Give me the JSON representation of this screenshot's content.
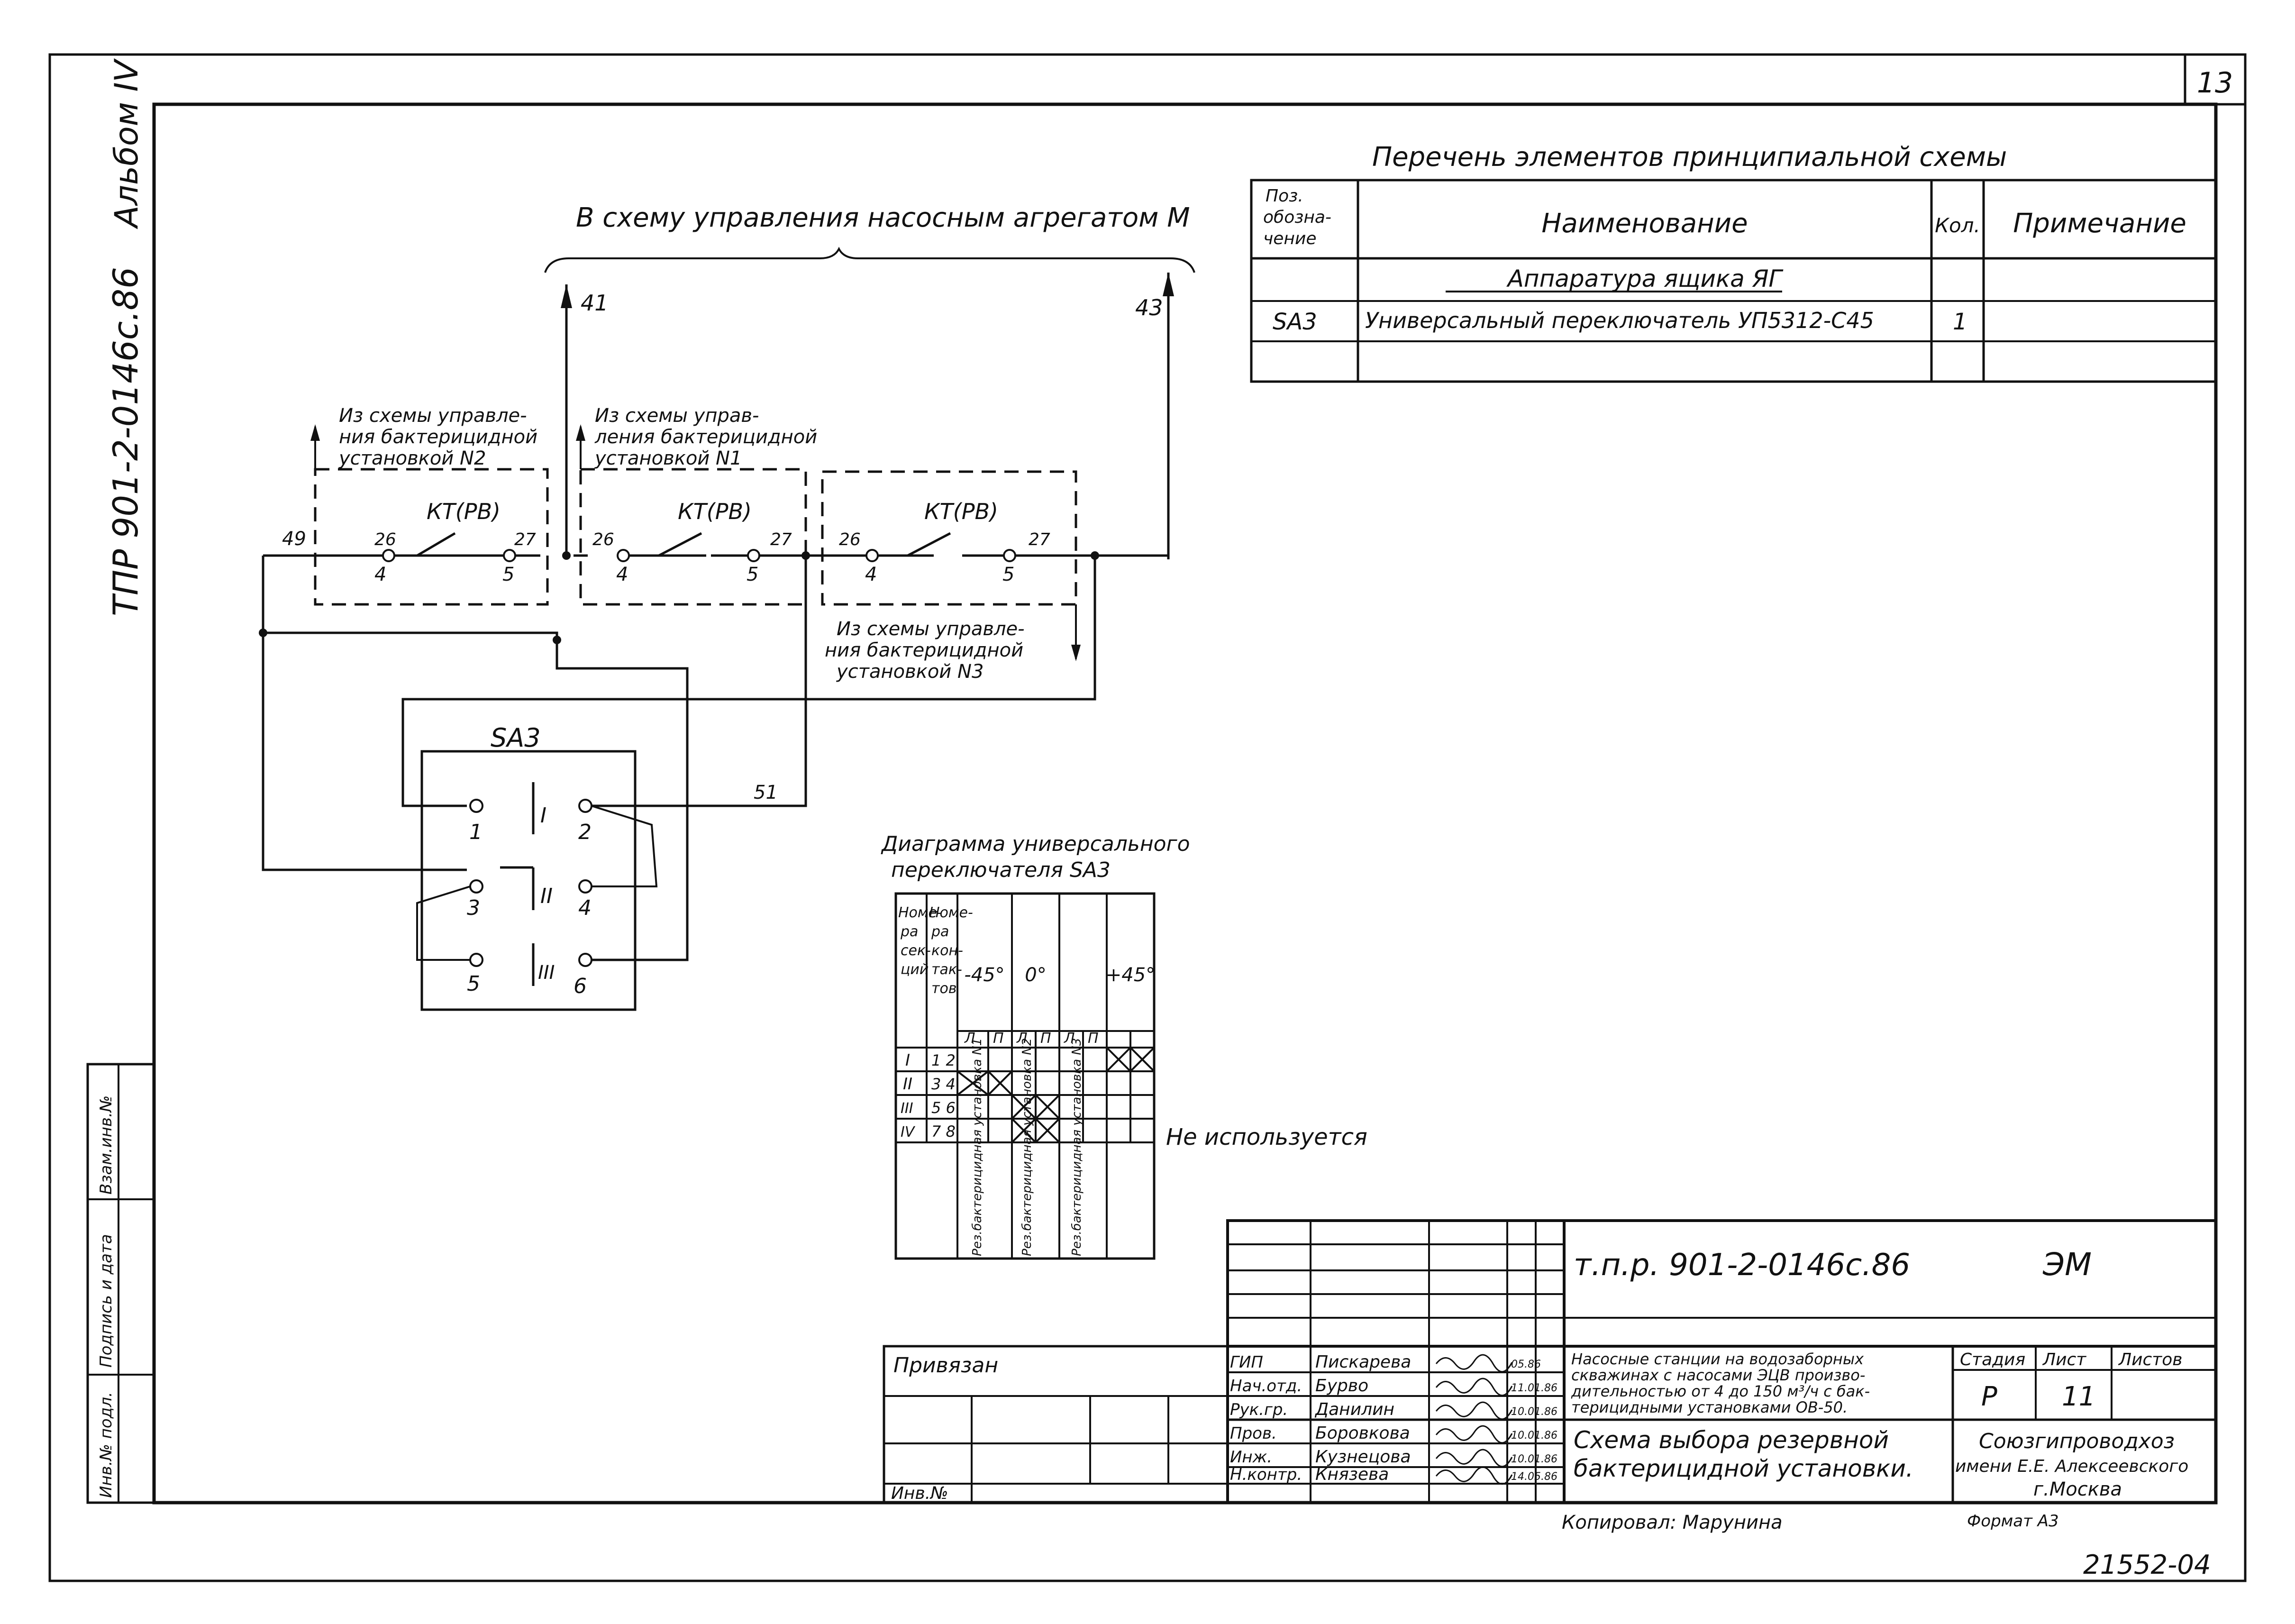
{
  "sheet_number": "13",
  "side_code": "ТПР 901-2-0146с.86",
  "side_album": "Альбом IV",
  "schematic": {
    "top_title": "В схему управления насосным агрегатом М",
    "wire_41": "41",
    "wire_43": "43",
    "wire_49": "49",
    "wire_51": "51",
    "groups": [
      {
        "caption": "Из схемы управления бактерицидной установкой N2",
        "relay": "КТ(РВ)",
        "t_left": "26",
        "t_right": "27",
        "c_left": "4",
        "c_right": "5"
      },
      {
        "caption": "Из схемы управления бактерицидной установкой N1",
        "relay": "КТ(РВ)",
        "t_left": "26",
        "t_right": "27",
        "c_left": "4",
        "c_right": "5"
      },
      {
        "caption": "Из схемы управления бактерицидной установкой N3",
        "relay": "КТ(РВ)",
        "t_left": "26",
        "t_right": "27",
        "c_left": "4",
        "c_right": "5"
      }
    ],
    "switch": {
      "label": "SA3",
      "contacts": [
        "1",
        "2",
        "3",
        "4",
        "5",
        "6"
      ],
      "sections": [
        "I",
        "II",
        "III"
      ]
    }
  },
  "elements_list": {
    "title": "Перечень элементов принципиальной схемы",
    "headers": [
      "Поз. обозначение",
      "Наименование",
      "Кол.",
      "Примечание"
    ],
    "group": "Аппаратура ящика ЯГ",
    "rows": [
      {
        "pos": "SA3",
        "name": "Универсальный переключатель УП5312-С45",
        "qty": "1",
        "note": ""
      }
    ]
  },
  "switch_diagram": {
    "title_1": "Диаграмма универсального",
    "title_2": "переключателя SA3",
    "header_sections": "Номера секций",
    "header_contacts": "Номера контактов",
    "positions": [
      "-45°",
      "0°",
      "+45°"
    ],
    "sub": [
      "Л",
      "П",
      "Л",
      "П",
      "Л",
      "П"
    ],
    "rows": [
      {
        "section": "I",
        "contacts": "1 2",
        "marks": [
          0,
          0,
          0,
          0,
          1,
          1
        ]
      },
      {
        "section": "II",
        "contacts": "3 4",
        "marks": [
          1,
          1,
          0,
          0,
          0,
          0
        ]
      },
      {
        "section": "III",
        "contacts": "5 6",
        "marks": [
          0,
          0,
          1,
          1,
          0,
          0
        ]
      },
      {
        "section": "IV",
        "contacts": "7 8",
        "marks": [
          0,
          0,
          1,
          1,
          0,
          0
        ]
      }
    ],
    "footer": [
      "Рез.бактерицидная установка N1",
      "Рез.бактерицидная установка N2",
      "Рез.бактерицидная установка N3"
    ],
    "note": "Не используется"
  },
  "title_block": {
    "code": "т.п.р. 901-2-0146с.86",
    "mark": "ЭМ",
    "privyazan": "Привязан",
    "inv": "Инв.№",
    "roles": [
      {
        "role": "ГИП",
        "name": "Пискарева",
        "date": "05.86"
      },
      {
        "role": "Нач.отд.",
        "name": "Бурво",
        "date": "11.01.86"
      },
      {
        "role": "Рук.гр.",
        "name": "Данилин",
        "date": "10.01.86"
      },
      {
        "role": "Пров.",
        "name": "Боровкова",
        "date": "10.01.86"
      },
      {
        "role": "Инж.",
        "name": "Кузнецова",
        "date": "10.01.86"
      },
      {
        "role": "Н.контр.",
        "name": "Князева",
        "date": "14.05.86"
      }
    ],
    "project_lines": [
      "Насосные станции на водозаборных",
      "скважинах с насосами ЭЦВ произво-",
      "дительностью от 4 до 150 м³/ч с бак-",
      "терицидными установками ОВ-50."
    ],
    "sheet_title_1": "Схема выбора резервной",
    "sheet_title_2": "бактерицидной установки.",
    "stage_label": "Стадия",
    "sheet_label": "Лист",
    "sheets_label": "Листов",
    "stage": "Р",
    "sheet": "11",
    "org_1": "Союзгипроводхоз",
    "org_2": "имени Е.Е. Алексеевского",
    "org_3": "г.Москва"
  },
  "left_stamp": [
    "Взам.инв.№",
    "Подпись и дата",
    "Инв.№ подл."
  ],
  "copied_by": "Копировал: Марунина",
  "format": "Формат А3",
  "archive_no": "21552-04"
}
